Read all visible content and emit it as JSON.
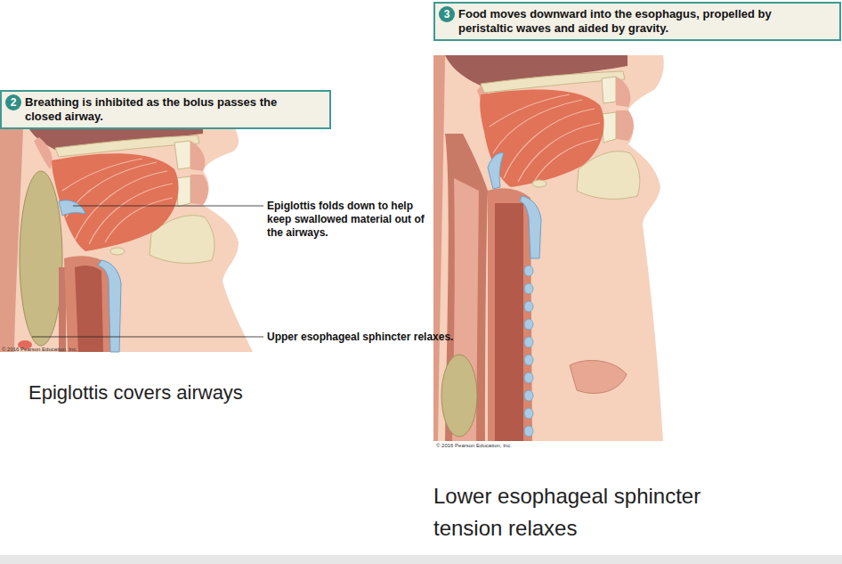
{
  "diagram": {
    "nodes": [
      {
        "text": [
          "Breathing is inhibited as the bolus passes the closed airway."
        ]
      },
      {
        "text": [
          "2"
        ],
        "in": 0
      },
      {
        "text": [
          "Food moves downward into the esophagus, propelled by peristaltic waves and aided by gravity."
        ]
      },
      {
        "text": [
          "3"
        ],
        "in": 2
      }
    ],
    "labels": [
      "Epiglottis folds down to help keep swallowed material out of the airways.",
      "Upper esophageal sphincter relaxes.",
      "© 2016 Pearson Education, Inc.",
      "Epiglottis covers airways",
      "© 2016 Pearson Education, Inc.",
      "Lower esophageal sphincter tension relaxes"
    ]
  }
}
